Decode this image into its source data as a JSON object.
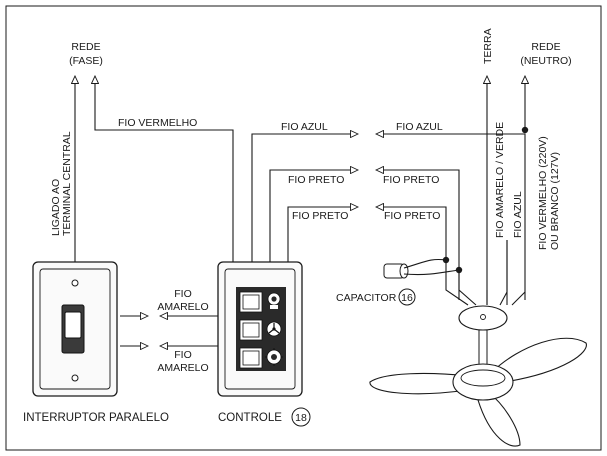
{
  "labels": {
    "rede_fase": [
      "REDE",
      "(FASE)"
    ],
    "rede_neutro": [
      "REDE",
      "(NEUTRO)"
    ],
    "terra": "TERRA",
    "ligado_terminal": [
      "LIGADO AO",
      "TERMINAL CENTRAL"
    ],
    "fio_vermelho_top": "FIO VERMELHO",
    "fio_azul_left": "FIO AZUL",
    "fio_azul_right": "FIO AZUL",
    "fio_preto_1_left": "FIO PRETO",
    "fio_preto_1_right": "FIO PRETO",
    "fio_preto_2_left": "FIO PRETO",
    "fio_preto_2_right": "FIO PRETO",
    "fio_amarelo_verde": "FIO AMARELO / VERDE",
    "fio_azul_vertical": "FIO AZUL",
    "fio_vermelho_branco": [
      "FIO VERMELHO (220V)",
      "OU BRANCO (127V)"
    ],
    "fio_amarelo_top": [
      "FIO",
      "AMARELO"
    ],
    "fio_amarelo_bottom": [
      "FIO",
      "AMARELO"
    ],
    "capacitor": "CAPACITOR",
    "capacitor_num": "16",
    "interruptor": "INTERRUPTOR PARALELO",
    "controle": "CONTROLE",
    "controle_num": "18"
  },
  "icons": [
    "light-bulb-icon",
    "fan-speed-icon",
    "light-dimmer-icon"
  ]
}
